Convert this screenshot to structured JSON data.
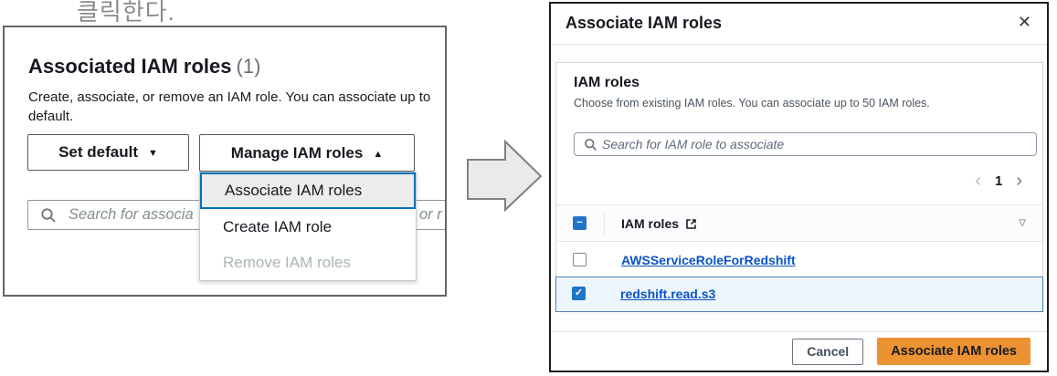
{
  "caption": "클릭한다.",
  "icons": {
    "caret_down": "▼",
    "caret_up": "▲",
    "close": "✕",
    "column_filter": "▽",
    "page_prev": "‹",
    "page_next": "›",
    "check": "✓",
    "indeterminate": "−"
  },
  "left_panel": {
    "title": "Associated IAM roles",
    "count": "(1)",
    "description": [
      "Create, associate, or remove an IAM role. You can associate up to",
      "default."
    ],
    "set_default_label": "Set default",
    "manage_label": "Manage IAM roles",
    "search_placeholder_start": "Search for associa",
    "search_placeholder_end": "or r",
    "dropdown_items": [
      {
        "label": "Associate IAM roles",
        "state": "highlighted"
      },
      {
        "label": "Create IAM role",
        "state": "default"
      },
      {
        "label": "Remove IAM roles",
        "state": "disabled"
      }
    ]
  },
  "modal": {
    "title": "Associate IAM roles",
    "iam_section": {
      "title": "IAM roles",
      "description": "Choose from existing IAM roles. You can associate up to 50 IAM roles.",
      "search_placeholder": "Search for IAM role to associate"
    },
    "pagination": {
      "current_page": "1"
    },
    "table": {
      "column_header": "IAM roles",
      "rows": [
        {
          "name": "AWSServiceRoleForRedshift",
          "checked": false,
          "selected": false
        },
        {
          "name": "redshift.read.s3",
          "checked": true,
          "selected": true
        }
      ]
    },
    "footer": {
      "cancel_label": "Cancel",
      "primary_label": "Associate IAM roles"
    }
  },
  "colors": {
    "accent_blue": "#0073bb",
    "link_blue": "#0b53c4",
    "checkbox_blue": "#1f74c8",
    "selected_row_bg": "#edf6fd",
    "selected_row_border": "#4d7fb8",
    "primary_button": "#ed9233",
    "panel_border": "#63666a",
    "modal_border": "#1c1c1c",
    "disabled_text": "#a9b4b4"
  }
}
